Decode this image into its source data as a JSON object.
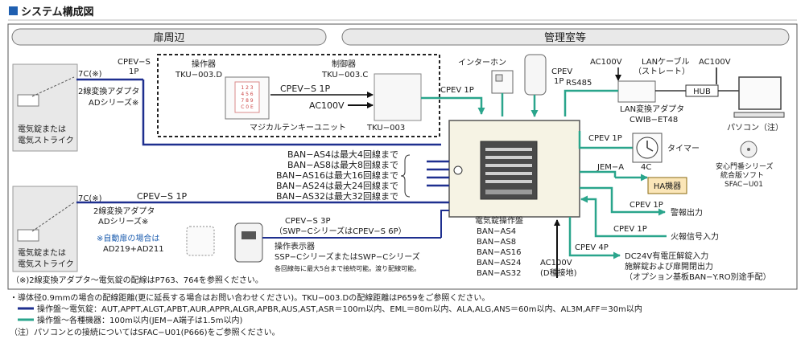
{
  "header": {
    "title": "システム構成図"
  },
  "areas": {
    "door_side": "扉周辺",
    "control_room": "管理室等"
  },
  "door_units": {
    "upper_label": [
      "電気錠または",
      "電気ストライク"
    ],
    "lower_label": [
      "電気錠または",
      "電気ストライク"
    ]
  },
  "top_left": {
    "wire_7c": "7C(※)",
    "cable_top": [
      "CPEV−S",
      "1P"
    ],
    "adapter": [
      "2線変換アダプタ",
      "ADシリーズ※"
    ]
  },
  "magical_unit": {
    "operator_label": [
      "操作器",
      "TKU−003.D"
    ],
    "controller_label": [
      "制御器",
      "TKU−003.C"
    ],
    "link_cable": "CPEV−S 1P",
    "power": "AC100V",
    "keypad": [
      "1 2 3",
      "4 5 6",
      "7 8 9",
      "C 0 E"
    ],
    "unit_caption": "マジカルテンキーユニット",
    "unit_model": "TKU−003"
  },
  "intercom": {
    "label": "インターホン",
    "cable": "CPEV 1P",
    "handset_cable": [
      "CPEV",
      "1P"
    ]
  },
  "network": {
    "ac_left": "AC100V",
    "lan_cable": [
      "LANケーブル",
      "（ストレート）"
    ],
    "ac_right": "AC100V",
    "rs485": "RS485",
    "hub": "HUB",
    "adapter_label": [
      "LAN変換アダプタ",
      "CWIB−ET48"
    ],
    "pc_label": "パソコン（注）",
    "software": [
      "安心門番シリーズ",
      "統合版ソフト",
      "SFAC−U01"
    ]
  },
  "ban_lines": [
    "BAN−AS4は最大4回線まで",
    "BAN−AS8は最大8回線まで",
    "BAN−AS16は最大16回線まで",
    "BAN−AS24は最大24回線まで",
    "BAN−AS32は最大32回線まで"
  ],
  "lower_left": {
    "wire_7c": "7C(※)",
    "cable": "CPEV−S 1P",
    "adapter": [
      "2線変換アダプタ",
      "ADシリーズ※"
    ],
    "auto_door": [
      "※自動扉の場合は",
      "AD219+AD211"
    ]
  },
  "display_unit": {
    "cable": [
      "CPEV−S 3P",
      "（SWP−CシリーズはCPEV−S 6P）"
    ],
    "label": [
      "操作表示器",
      "SSP−CシリーズまたはSWP−Cシリーズ"
    ],
    "note": "各回線毎に最大5台まで接続可能。渡り配線可能。"
  },
  "panel": {
    "name": [
      "電気錠操作盤",
      "BAN−AS4",
      "BAN−AS8",
      "BAN−AS16",
      "BAN−AS24",
      "BAN−AS32"
    ],
    "timer_cable": "CPEV 1P",
    "timer": "タイマー",
    "jem": "JEM−A",
    "jem_wires": "4C",
    "ha": "HA機器",
    "alarm_cable": "CPEV 1P",
    "alarm": "警報出力",
    "fire_cable": "CPEV 1P",
    "fire": "火報信号入力",
    "dc_cable": "CPEV 4P",
    "dc": [
      "DC24V有電圧解錠入力",
      "施解錠および扉開閉出力",
      "（オプション基板BAN−Y.RO別途手配）"
    ],
    "ac_in": [
      "AC100V",
      "(D種接地)"
    ]
  },
  "footnote_box": "（※)2線変換アダプタ〜電気錠の配線はP763、764を参照ください。",
  "notes": [
    "・導体径0.9mmの場合の配線距離(更に延長する場合はお問い合わせください)。TKU−003.Dの配線距離はP659をご参照ください。",
    "操作盤〜電気錠：AUT,APPT,ALGT,APBT,AUR,APPR,ALGR,APBR,AUS,AST,ASR＝100m以内、EML＝80m以内、ALA,ALG,ANS＝60m以内、AL3M,AFF＝30m以内",
    "操作盤〜各種機器：100m以内(JEM−A端子は1.5m以内)",
    "（注）パソコンとの接続についてはSFAC−U01(P666)をご参照ください。"
  ],
  "colors": {
    "accent_blue": "#1f5fb0",
    "teal": "#2aa58c",
    "navy": "#1e2f8f",
    "panel_bg": "#f6f3e4"
  }
}
